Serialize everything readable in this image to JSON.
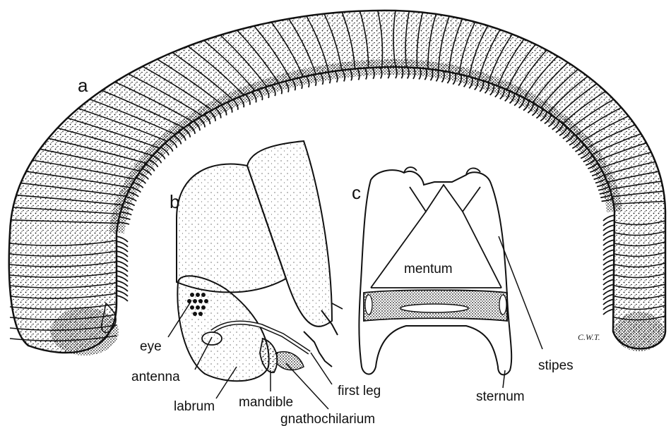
{
  "figure": {
    "panel_labels": {
      "a": "a",
      "b": "b",
      "c": "c"
    },
    "labels": {
      "eye": "eye",
      "antenna": "antenna",
      "labrum": "labrum",
      "mandible": "mandible",
      "gnathochilarium": "gnathochilarium",
      "first_leg": "first leg",
      "mentum": "mentum",
      "stipes": "stipes",
      "sternum": "sternum"
    },
    "signature": "C.W.T."
  },
  "colors": {
    "ink": "#111111",
    "background": "#ffffff"
  }
}
